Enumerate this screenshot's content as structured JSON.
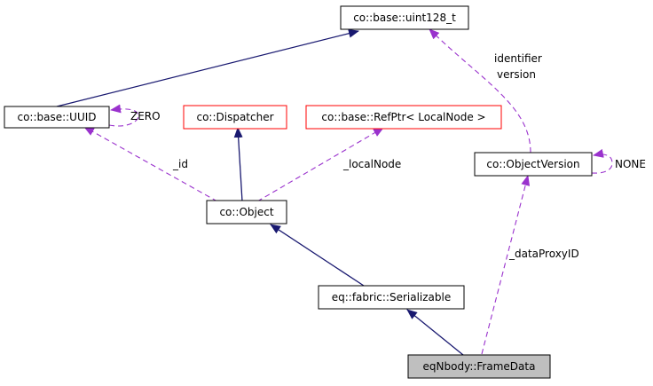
{
  "colors": {
    "inherit_edge": "#191970",
    "member_edge": "#9a32cd",
    "normal_border": "#000000",
    "undocumented_border": "#ff0000",
    "current_fill": "#bfbfbf"
  },
  "nodes": {
    "uint128": {
      "label": "co::base::uint128_t"
    },
    "uuid": {
      "label": "co::base::UUID"
    },
    "dispatcher": {
      "label": "co::Dispatcher"
    },
    "refptr": {
      "label": "co::base::RefPtr< LocalNode >"
    },
    "object_version": {
      "label": "co::ObjectVersion"
    },
    "object": {
      "label": "co::Object"
    },
    "serializable": {
      "label": "eq::fabric::Serializable"
    },
    "frame_data": {
      "label": "eqNbody::FrameData"
    }
  },
  "edge_labels": {
    "zero": "ZERO",
    "identifier": "identifier",
    "version": "version",
    "none": "NONE",
    "id": "_id",
    "local_node": "_localNode",
    "data_proxy_id": "_dataProxyID"
  }
}
